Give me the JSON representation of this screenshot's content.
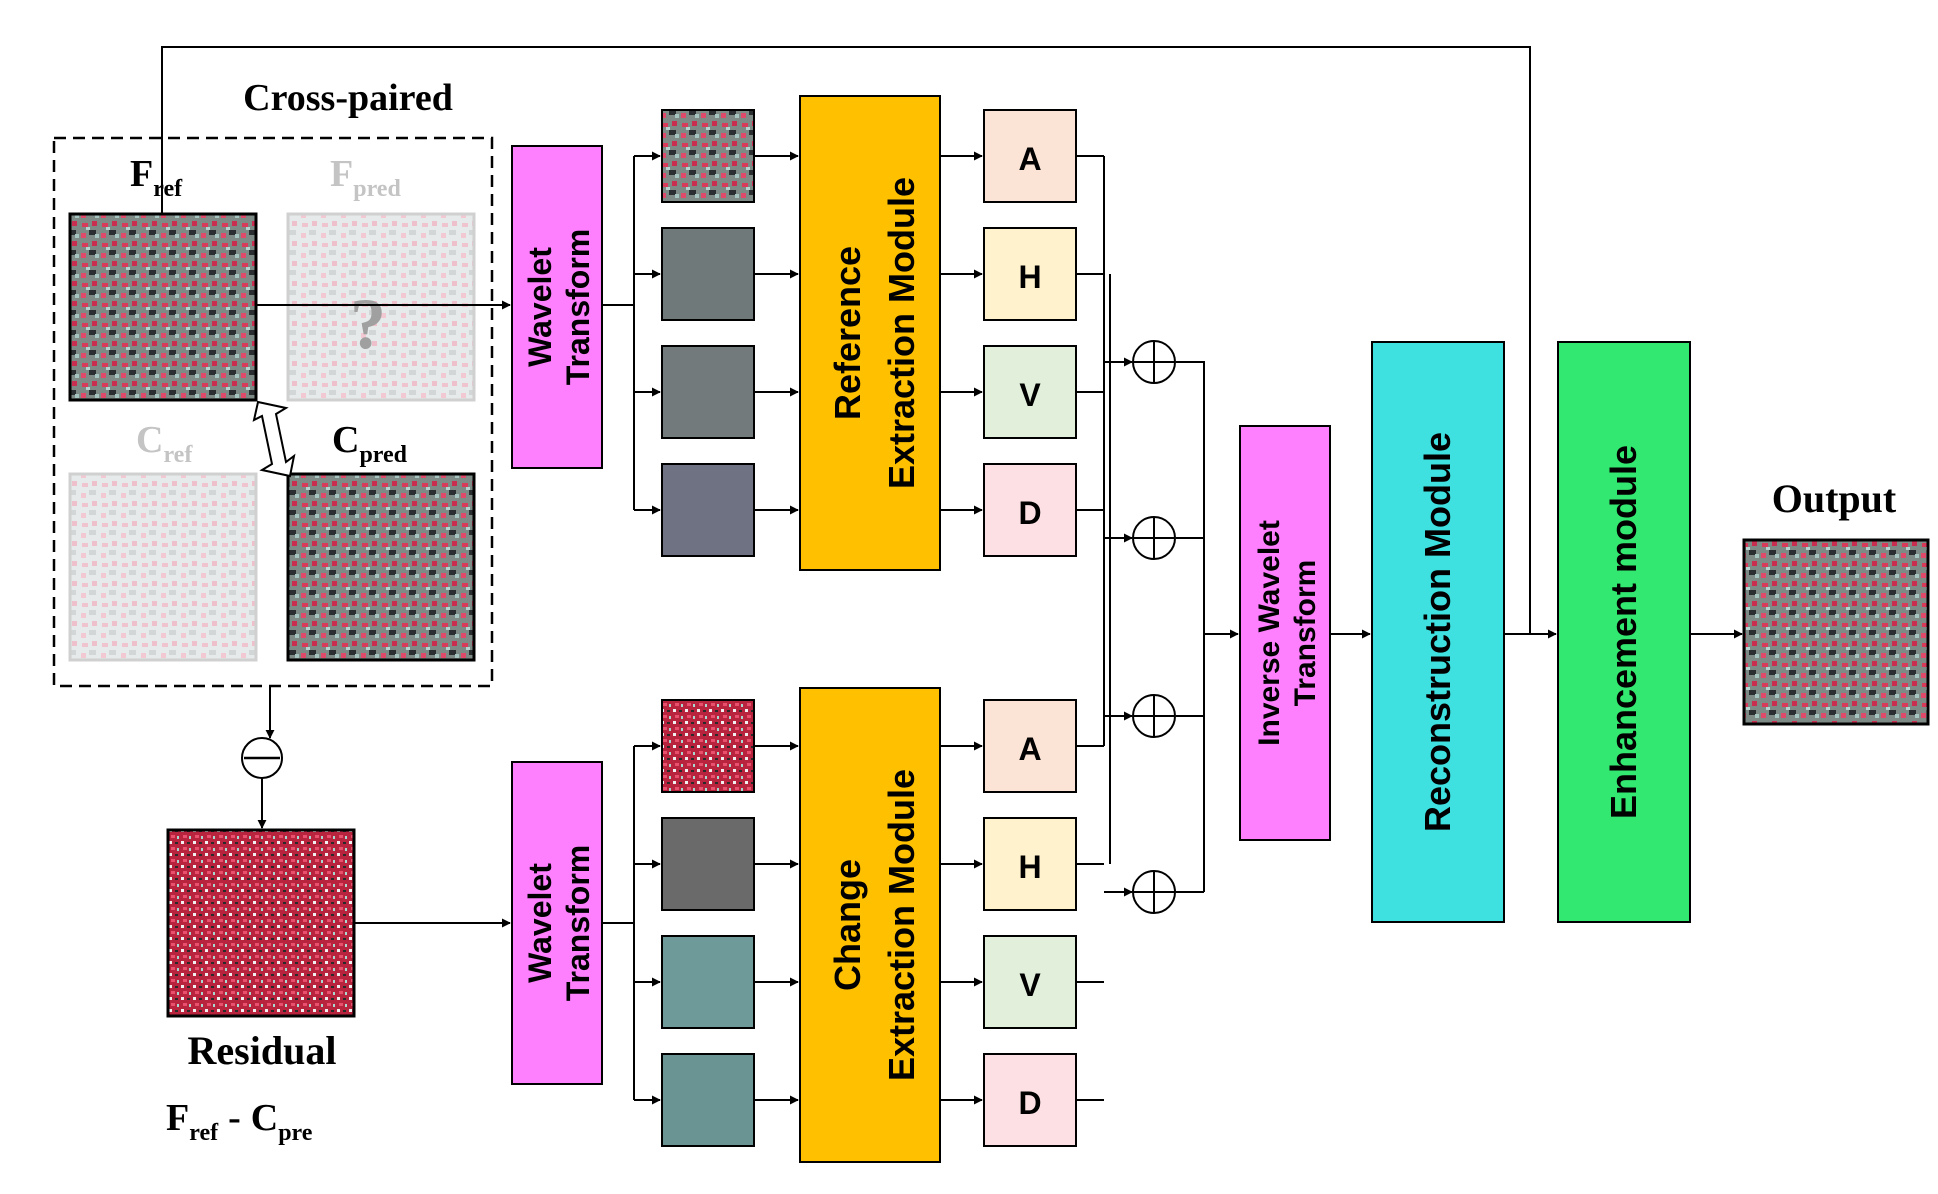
{
  "cross_paired": {
    "title": "Cross-paired",
    "f_ref": {
      "main": "F",
      "sub": "ref"
    },
    "f_pred": {
      "main": "F",
      "sub": "pred",
      "mark": "?"
    },
    "c_ref": {
      "main": "C",
      "sub": "ref"
    },
    "c_pred": {
      "main": "C",
      "sub": "pred"
    }
  },
  "residual": {
    "label": "Residual",
    "formula": {
      "a_main": "F",
      "a_sub": "ref",
      "op": "-",
      "b_main": "C",
      "b_sub": "pre"
    }
  },
  "wavelet_top": {
    "line1": "Wavelet",
    "line2": "Transform"
  },
  "wavelet_bottom": {
    "line1": "Wavelet",
    "line2": "Transform"
  },
  "reference_module": {
    "line1": "Reference",
    "line2": "Extraction Module"
  },
  "change_module": {
    "line1": "Change",
    "line2": "Extraction Module"
  },
  "top_subbands": [
    "A",
    "H",
    "V",
    "D"
  ],
  "bottom_subbands": [
    "A",
    "H",
    "V",
    "D"
  ],
  "inverse_wavelet": {
    "line1": "Inverse Wavelet",
    "line2": "Transform"
  },
  "reconstruction": {
    "label": "Reconstruction Module"
  },
  "enhancement": {
    "label": "Enhancement module"
  },
  "output": {
    "label": "Output"
  },
  "colors": {
    "wavelet": "#ff80ff",
    "extraction": "#ffc000",
    "reconstruction": "#3fe0e0",
    "enhancement": "#33e870",
    "band_A": "#fbe4d5",
    "band_H": "#fff2cc",
    "band_V": "#e2efda",
    "band_D": "#fce0e4",
    "line": "#000000"
  }
}
